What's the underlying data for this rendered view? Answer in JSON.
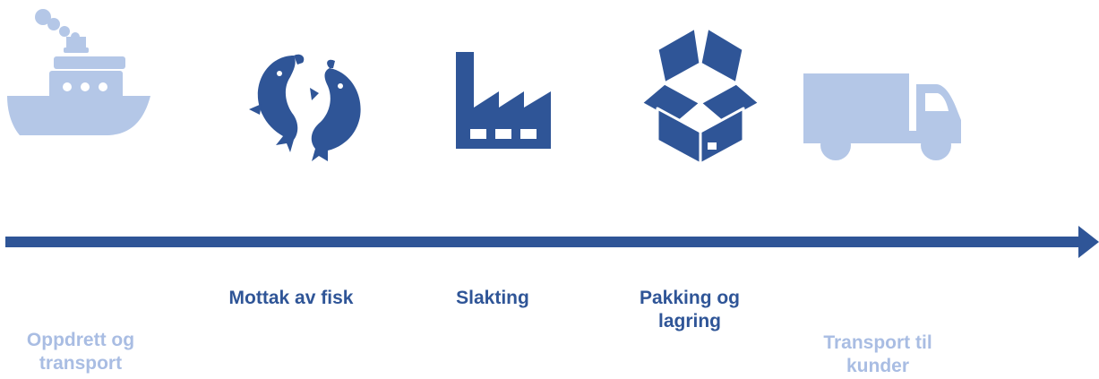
{
  "colors": {
    "dark": "#2f5597",
    "light": "#b4c7e7"
  },
  "steps": [
    {
      "label": "Oppdrett og\ntransport",
      "icon": "ship-icon",
      "tone": "light"
    },
    {
      "label": "Mottak av fisk",
      "icon": "fish-cycle-icon",
      "tone": "dark"
    },
    {
      "label": "Slakting",
      "icon": "factory-icon",
      "tone": "dark"
    },
    {
      "label": "Pakking og\nlagring",
      "icon": "open-box-icon",
      "tone": "dark"
    },
    {
      "label": "Transport til\nkunder",
      "icon": "truck-icon",
      "tone": "light"
    }
  ]
}
